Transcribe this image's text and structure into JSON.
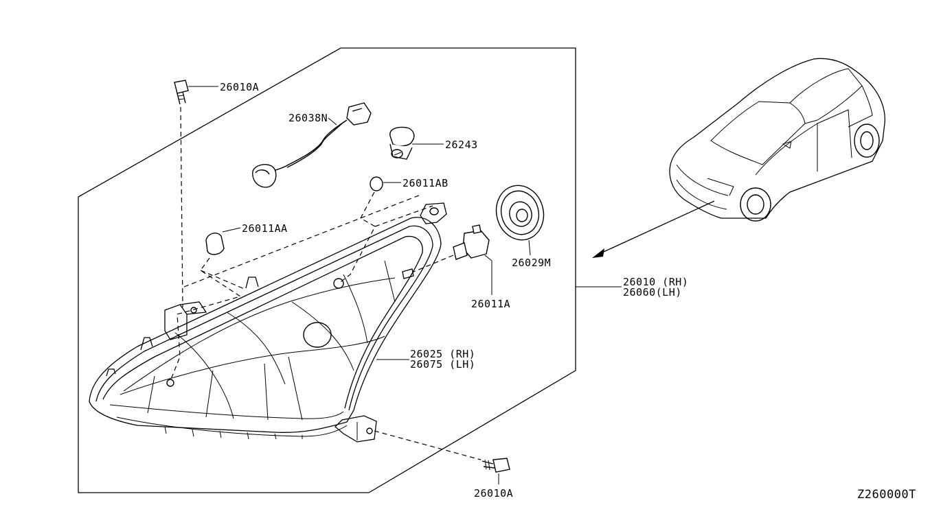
{
  "diagram": {
    "ref_code": "Z260000T",
    "callouts": {
      "screw_top": "26010A",
      "harness": "26038N",
      "socket": "26243",
      "bulb_small_top": "26011AB",
      "bulb_side": "26011AA",
      "cap": "26029M",
      "bulb_main": "26011A",
      "assy_line1": "26010 (RH)",
      "assy_line2": "26060(LH)",
      "lens_line1": "26025 (RH)",
      "lens_line2": "26075 (LH)",
      "screw_bottom": "26010A"
    }
  }
}
